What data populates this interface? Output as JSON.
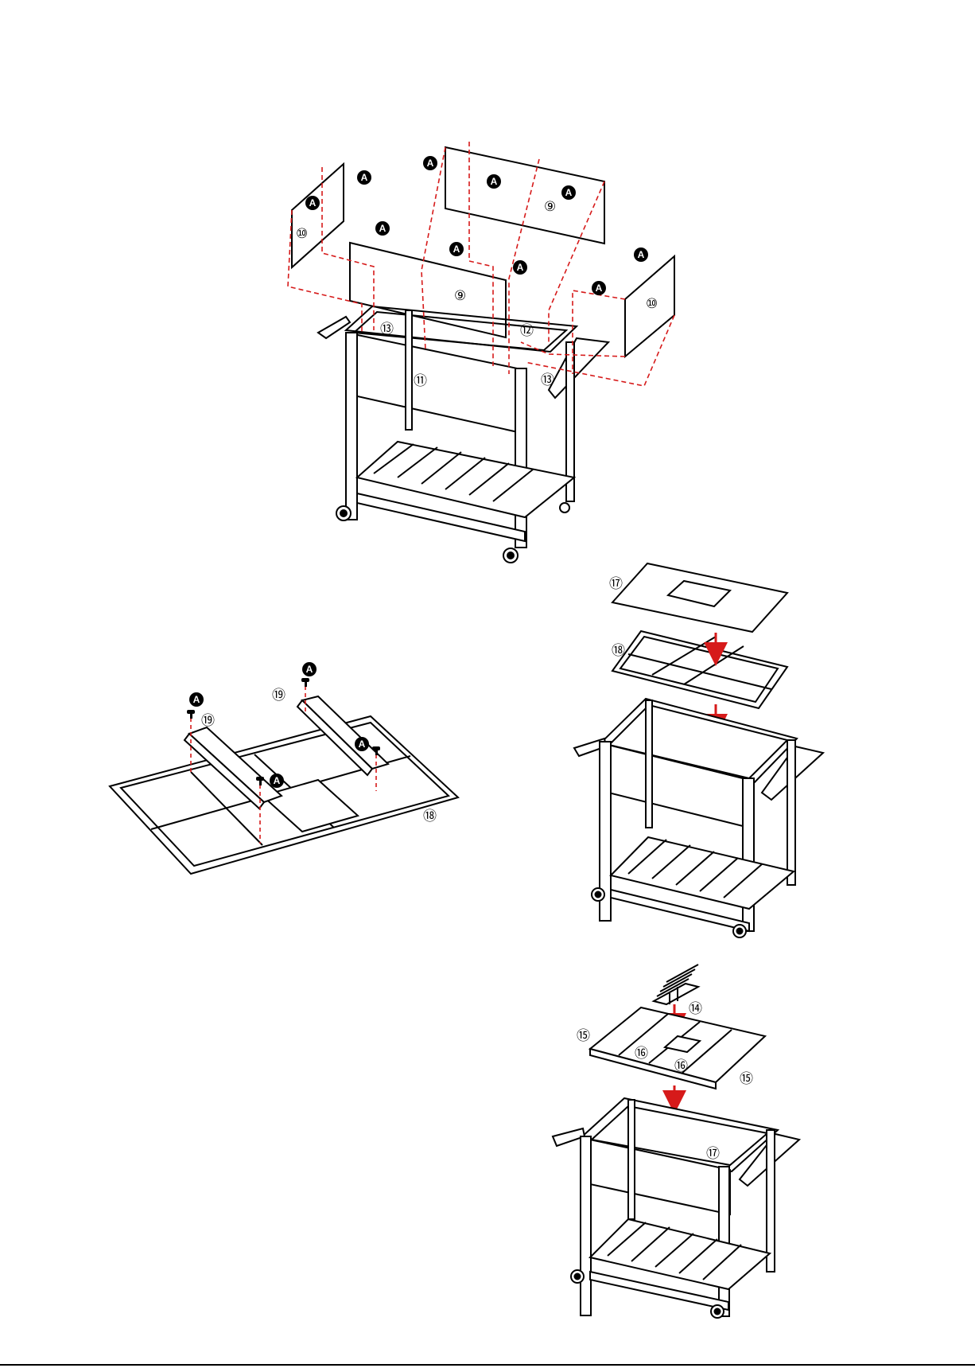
{
  "header": {
    "caption": ""
  },
  "fastener": {
    "label": "A"
  },
  "step_top": {
    "parts": {
      "side_panel_left": "⑩",
      "side_panel_right": "⑩",
      "back_panel": "⑨",
      "front_panel": "⑨",
      "frame_rear": "⑫",
      "frame_side_left": "⑬",
      "frame_side_right": "⑬",
      "front_box": "⑪"
    }
  },
  "step_middle_left": {
    "parts": {
      "support_bar_left": "⑲",
      "support_bar_right": "⑲",
      "grid_frame": "⑱"
    }
  },
  "step_middle_right": {
    "parts": {
      "top_sheet": "⑰",
      "grid_frame": "⑱"
    }
  },
  "step_bottom": {
    "parts": {
      "grill_grate": "⑭",
      "end_board_left": "⑮",
      "end_board_right": "⑮",
      "center_board_left": "⑯",
      "center_board_right": "⑯",
      "top_sheet": "⑰"
    }
  },
  "colors": {
    "line": "#000000",
    "guide": "#d61a1a",
    "arrow": "#d61a1a"
  }
}
